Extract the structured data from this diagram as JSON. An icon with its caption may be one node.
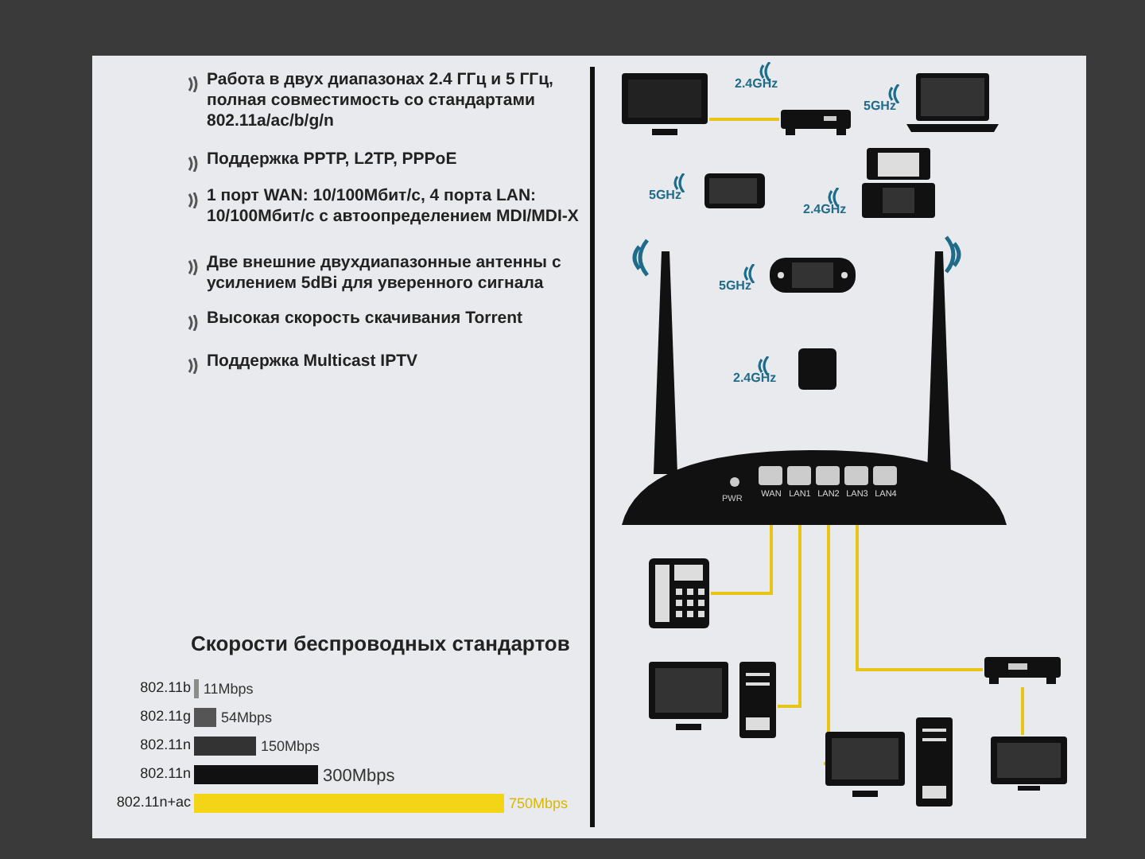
{
  "diagram": {
    "nodes": [
      {
        "text": [],
        "shape": "picture"
      },
      {
        "text": [],
        "shape": "picture",
        "beside": [
          "2.4GHz"
        ]
      },
      {
        "text": [],
        "shape": "picture",
        "beside": [
          "5GHz"
        ]
      },
      {
        "text": [],
        "shape": "picture",
        "beside": [
          "5GHz"
        ]
      },
      {
        "text": [],
        "shape": "picture",
        "beside": [
          "2.4GHz"
        ]
      },
      {
        "text": [],
        "shape": "picture",
        "beside": [
          "5GHz"
        ]
      },
      {
        "text": [],
        "shape": "box",
        "beside": [
          "2.4GHz"
        ]
      },
      {
        "text": [],
        "shape": "picture"
      },
      {
        "text": [
          "WAN"
        ],
        "in": 7
      },
      {
        "text": [
          "LAN1"
        ],
        "in": 7
      },
      {
        "text": [
          "LAN2"
        ],
        "in": 7
      },
      {
        "text": [
          "LAN3"
        ],
        "in": 7
      },
      {
        "text": [
          "LAN4"
        ],
        "in": 7
      },
      {
        "text": [],
        "shape": "picture"
      },
      {
        "text": [],
        "shape": "picture"
      },
      {
        "text": [],
        "shape": "picture"
      },
      {
        "text": [],
        "shape": "picture"
      },
      {
        "text": [],
        "shape": "picture"
      }
    ],
    "edges": [
      {
        "from": 0,
        "to": 1,
        "arrow": "none"
      },
      {
        "from": 8,
        "to": 13,
        "arrow": "none"
      },
      {
        "from": 9,
        "to": 15,
        "arrow": "none"
      },
      {
        "from": 10,
        "to": 16,
        "arrow": "none"
      },
      {
        "from": 11,
        "to": 14,
        "arrow": "none"
      },
      {
        "from": 14,
        "to": 17,
        "arrow": "none"
      }
    ],
    "labels": [
      "Работа в двух диапазонах 2.4 ГГц и 5 ГГц, полная совместимость со стандартами 802.11a/ac/b/g/n",
      "Поддержка PPTP, L2TP, PPPoE",
      "1 порт WAN: 10/100Мбит/с, 4 порта LAN: 10/100Мбит/с с автоопределением MDI/MDI-X",
      "Две внешние двухдиапазонные антенны с усилением 5dBi для уверенного сигнала",
      "Высокая скорость скачивания Torrent",
      "Поддержка Multicast IPTV",
      "PWR"
    ],
    "chart_data": {
      "type": "bar",
      "orientation": "horizontal",
      "title": "Скорости беспроводных стандартов",
      "categories": [
        "802.11b",
        "802.11g",
        "802.11n",
        "802.11n",
        "802.11n+ac"
      ],
      "values": [
        11,
        54,
        150,
        300,
        750
      ],
      "value_labels": [
        "11Mbps",
        "54Mbps",
        "150Mbps",
        "300Mbps",
        "750Mbps"
      ]
    }
  }
}
